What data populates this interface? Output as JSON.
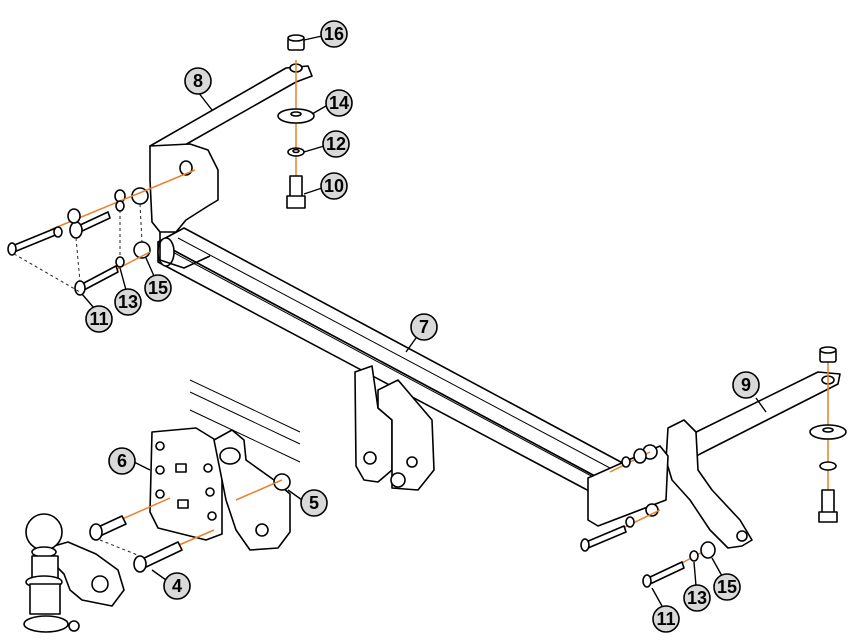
{
  "diagram": {
    "callouts": [
      {
        "id": "c16",
        "label": "16"
      },
      {
        "id": "c8",
        "label": "8"
      },
      {
        "id": "c14",
        "label": "14"
      },
      {
        "id": "c12",
        "label": "12"
      },
      {
        "id": "c10",
        "label": "10"
      },
      {
        "id": "c11a",
        "label": "11"
      },
      {
        "id": "c13a",
        "label": "13"
      },
      {
        "id": "c15a",
        "label": "15"
      },
      {
        "id": "c7",
        "label": "7"
      },
      {
        "id": "c9",
        "label": "9"
      },
      {
        "id": "c6",
        "label": "6"
      },
      {
        "id": "c5",
        "label": "5"
      },
      {
        "id": "c4",
        "label": "4"
      },
      {
        "id": "c11b",
        "label": "11"
      },
      {
        "id": "c13b",
        "label": "13"
      },
      {
        "id": "c15b",
        "label": "15"
      }
    ]
  }
}
